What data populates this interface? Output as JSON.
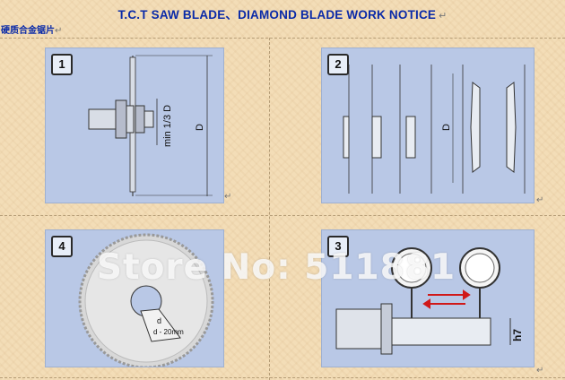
{
  "document": {
    "title": "T.C.T SAW BLADE、DIAMOND BLADE WORK NOTICE",
    "subtitle": "硬质合金锯片",
    "return_mark": "↵"
  },
  "panels": [
    {
      "number": "1",
      "labels": {
        "min": "min 1/3 D",
        "d": "D"
      }
    },
    {
      "number": "2",
      "labels": {
        "d": "D"
      }
    },
    {
      "number": "4",
      "labels": {
        "d": "d",
        "d_spec": "d - 20mm"
      }
    },
    {
      "number": "3",
      "labels": {
        "h": "h7"
      }
    }
  ],
  "watermark": "Store No: 511881",
  "colors": {
    "panel_bg": "#b9c8e6",
    "title": "#0a2aa8",
    "page_bg": "#f3ddb7",
    "arrow": "#d01818"
  }
}
